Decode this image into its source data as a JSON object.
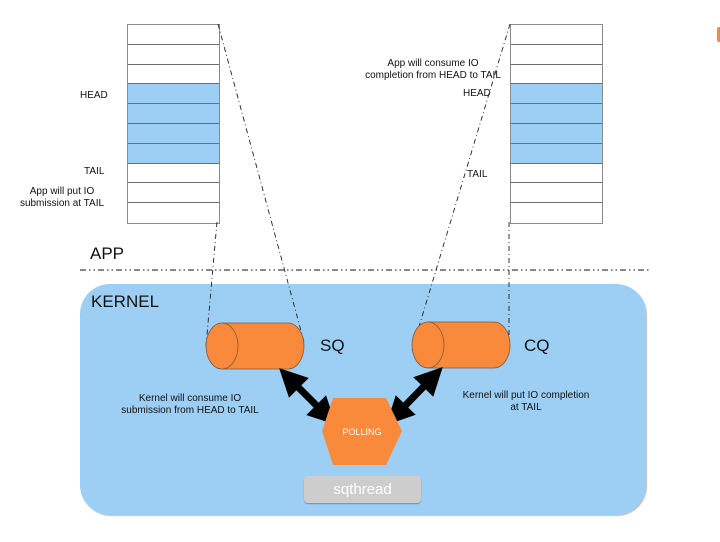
{
  "colors": {
    "queue_fill": "#f98a3c",
    "kernel_bg": "#9dcff5",
    "filled_slot": "#9dcff5",
    "sqthread_bg": "#cdcdcd"
  },
  "submission_ring": {
    "slots": 10,
    "filled_slots": [
      3,
      4,
      5,
      6
    ],
    "head_label": "HEAD",
    "tail_label": "TAIL",
    "note": [
      "App will put IO",
      "submission at TAIL"
    ]
  },
  "completion_ring": {
    "slots": 10,
    "filled_slots": [
      3,
      4,
      5,
      6
    ],
    "head_label": "HEAD",
    "tail_label": "TAIL",
    "note": [
      "App will consume IO",
      "completion from HEAD to TAIL"
    ]
  },
  "layers": {
    "app_label": "APP",
    "kernel_label": "KERNEL"
  },
  "queues": {
    "sq_label": "SQ",
    "cq_label": "CQ",
    "sq_note": [
      "Kernel will consume IO",
      "submission from HEAD to TAIL"
    ],
    "cq_note": [
      "Kernel will put IO completion",
      "at TAIL"
    ]
  },
  "polling": {
    "label": "POLLING"
  },
  "sqthread": {
    "label": "sqthread"
  }
}
